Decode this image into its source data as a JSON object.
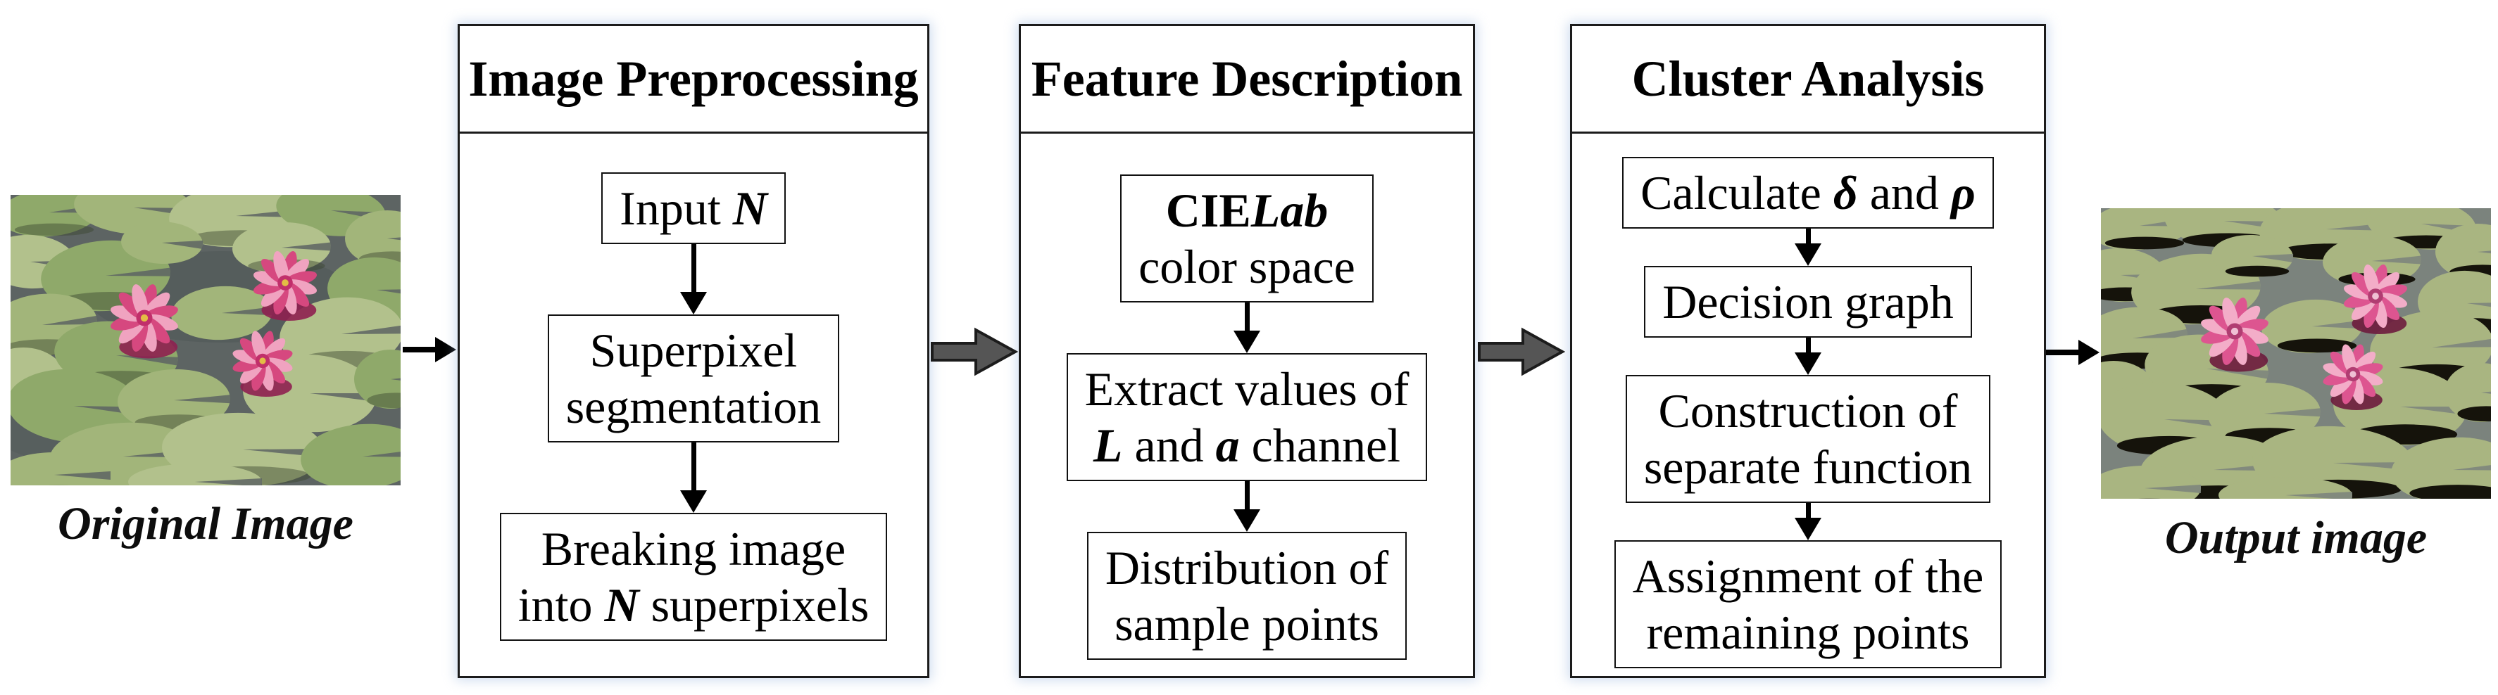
{
  "captions": {
    "left": "Original Image",
    "right": "Output image"
  },
  "panels": [
    {
      "title": "Image Preprocessing",
      "steps": [
        {
          "lines": [
            [
              {
                "t": "Input "
              },
              {
                "t": "N",
                "s": "bi"
              }
            ]
          ]
        },
        {
          "lines": [
            [
              {
                "t": "Superpixel"
              }
            ],
            [
              {
                "t": "segmentation"
              }
            ]
          ]
        },
        {
          "lines": [
            [
              {
                "t": "Breaking image"
              }
            ],
            [
              {
                "t": "into "
              },
              {
                "t": "N",
                "s": "bi"
              },
              {
                "t": " superpixels"
              }
            ]
          ]
        }
      ]
    },
    {
      "title": "Feature Description",
      "steps": [
        {
          "lines": [
            [
              {
                "t": "CIE",
                "s": "b"
              },
              {
                "t": "Lab",
                "s": "bi"
              }
            ],
            [
              {
                "t": "color space"
              }
            ]
          ]
        },
        {
          "lines": [
            [
              {
                "t": "Extract values of"
              }
            ],
            [
              {
                "t": "L",
                "s": "bi"
              },
              {
                "t": " and "
              },
              {
                "t": "a",
                "s": "bi"
              },
              {
                "t": " channel"
              }
            ]
          ]
        },
        {
          "lines": [
            [
              {
                "t": "Distribution of"
              }
            ],
            [
              {
                "t": "sample points"
              }
            ]
          ]
        }
      ]
    },
    {
      "title": "Cluster Analysis",
      "steps": [
        {
          "lines": [
            [
              {
                "t": "Calculate "
              },
              {
                "t": "δ",
                "s": "bi"
              },
              {
                "t": " and "
              },
              {
                "t": "ρ",
                "s": "bi"
              }
            ]
          ]
        },
        {
          "lines": [
            [
              {
                "t": "Decision graph"
              }
            ]
          ]
        },
        {
          "lines": [
            [
              {
                "t": "Construction of"
              }
            ],
            [
              {
                "t": "separate function"
              }
            ]
          ]
        },
        {
          "lines": [
            [
              {
                "t": "Assignment of the"
              }
            ],
            [
              {
                "t": "remaining points"
              }
            ]
          ]
        }
      ]
    }
  ],
  "colors": {
    "flow_arrow_black": "#000000",
    "block_arrow_fill": "#555555",
    "block_arrow_outline": "#1c1c1c",
    "box_border": "#111111",
    "panel_glow": "#96b4dc",
    "original": {
      "water": "#5d6463",
      "water_dark": "#4e5556",
      "pads": [
        "#8fa96a",
        "#a2b57a",
        "#b2c18c"
      ],
      "pad_shadow": "#39442f",
      "flower_mid": "#d6487f",
      "flower_light": "#f0a3c0",
      "flower_deep": "#8e2050",
      "flower_core": "#c12f6b",
      "flower_center": "#e3bd45"
    },
    "output": {
      "water": "#7b837d",
      "pads": [
        "#a9b581",
        "#a9b581",
        "#a9b581"
      ],
      "pad_shadow": "#15130b",
      "flower_mid": "#dd5590",
      "flower_light": "#f3adc8",
      "flower_deep": "#6d1b3d",
      "flower_core": "#b13d72",
      "flower_center": "#efc0d4"
    }
  }
}
